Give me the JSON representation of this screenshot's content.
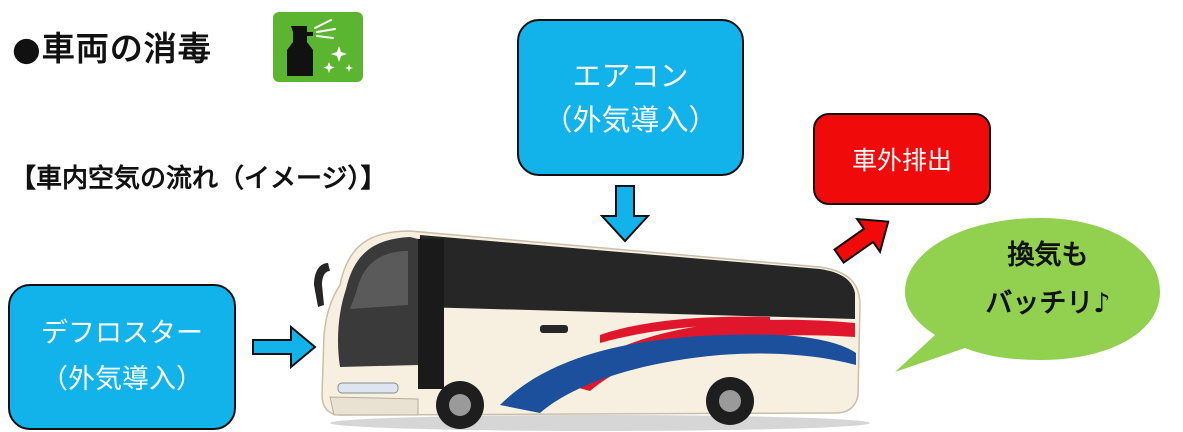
{
  "title": "●車両の消毒",
  "icon": "spray-bottle-icon",
  "subtitle": "【車内空気の流れ（イメージ）】",
  "aircon": {
    "line1": "エアコン",
    "line2": "（外気導入）"
  },
  "defroster": {
    "line1": "デフロスター",
    "line2": "（外気導入）"
  },
  "exhaust": {
    "label": "車外排出"
  },
  "bubble": {
    "line1": "換気も",
    "line2": "バッチリ♪"
  },
  "colors": {
    "box_blue": "#12b3ea",
    "box_red": "#f10a0a",
    "bubble_green": "#92d050",
    "icon_green": "#5cb531",
    "bus_body": "#f7f0e1",
    "bus_roof": "#262626",
    "stripe_red": "#e0172c",
    "stripe_blue": "#1c4f9c"
  }
}
